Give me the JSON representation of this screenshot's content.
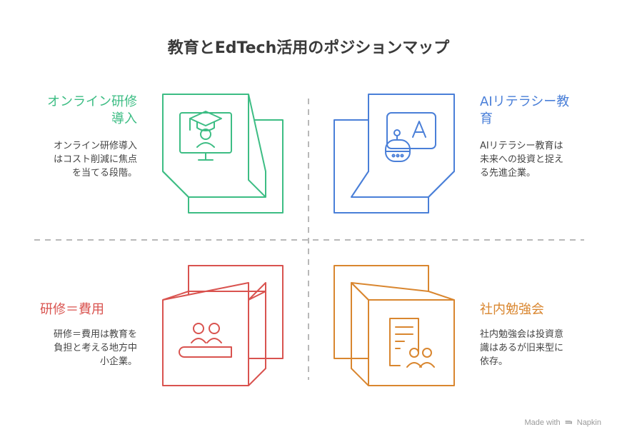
{
  "title": "教育とEdTech活用のポジションマップ",
  "colors": {
    "green": "#3dbd84",
    "blue": "#4a7fd8",
    "red": "#d9534f",
    "orange": "#d9862f",
    "axis": "#b8b8b8"
  },
  "quadrants": {
    "top_left": {
      "title_l1": "オンライン研修",
      "title_l2": "導入",
      "desc_l1": "オンライン研修導入",
      "desc_l2": "はコスト削減に焦点",
      "desc_l3": "を当てる段階。",
      "icon": "computer-graduation-cap-icon"
    },
    "top_right": {
      "title_l1": "AIリテラシー教",
      "title_l2": "育",
      "desc_l1": "AIリテラシー教育は",
      "desc_l2": "未来への投資と捉え",
      "desc_l3": "る先進企業。",
      "icon": "robot-ai-icon"
    },
    "bottom_left": {
      "title_l1": "研修＝費用",
      "desc_l1": "研修＝費用は教育を",
      "desc_l2": "負担と考える地方中",
      "desc_l3": "小企業。",
      "icon": "people-with-book-icon"
    },
    "bottom_right": {
      "title_l1": "社内勉強会",
      "desc_l1": "社内勉強会は投資意",
      "desc_l2": "識はあるが旧来型に",
      "desc_l3": "依存。",
      "icon": "document-people-icon"
    }
  },
  "credit": {
    "made_with": "Made with",
    "brand": "Napkin"
  }
}
